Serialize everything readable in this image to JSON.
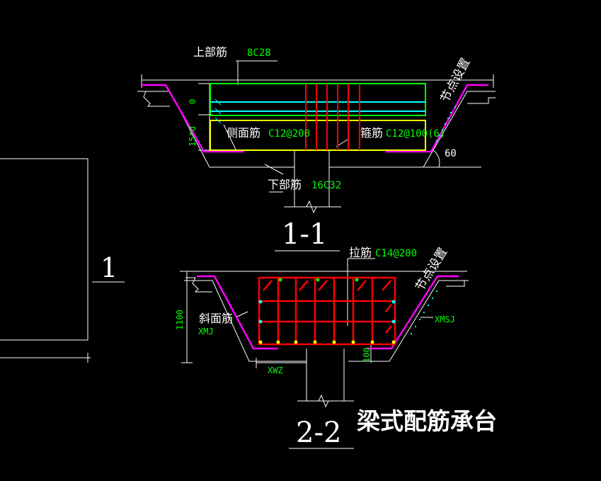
{
  "colors": {
    "background": "#000000",
    "line": "#ffffff",
    "magenta": "#ff00ff",
    "green": "#00ff00",
    "cyan": "#00ffff",
    "yellow": "#ffff00",
    "red": "#ff0000",
    "text_green": "#00ff00",
    "text_white": "#ffffff"
  },
  "section_1_1": {
    "top_bar_label": "上部筋",
    "top_bar_value": "8C28",
    "node_label": "节点设置",
    "dim_zero": "0",
    "dim_15d": "15*d",
    "side_bar_label": "侧面筋",
    "side_bar_value": "C12@200",
    "stirrup_label": "箍筋",
    "stirrup_value": "C12@100(6)",
    "angle": "60",
    "bottom_bar_label": "下部筋",
    "bottom_bar_value": "16C32",
    "title": "1-1"
  },
  "section_2_2": {
    "tie_bar_label": "拉筋",
    "tie_bar_value": "C14@200",
    "node_label": "节点设置",
    "dim_1100": "1100",
    "slope_bar_label": "斜面筋",
    "xmj": "XMJ",
    "xmsj": "XMSJ",
    "dim_100": "100",
    "xwz": "XWZ",
    "title": "2-2"
  },
  "left_marker": "1",
  "drawing_title": "梁式配筋承台"
}
